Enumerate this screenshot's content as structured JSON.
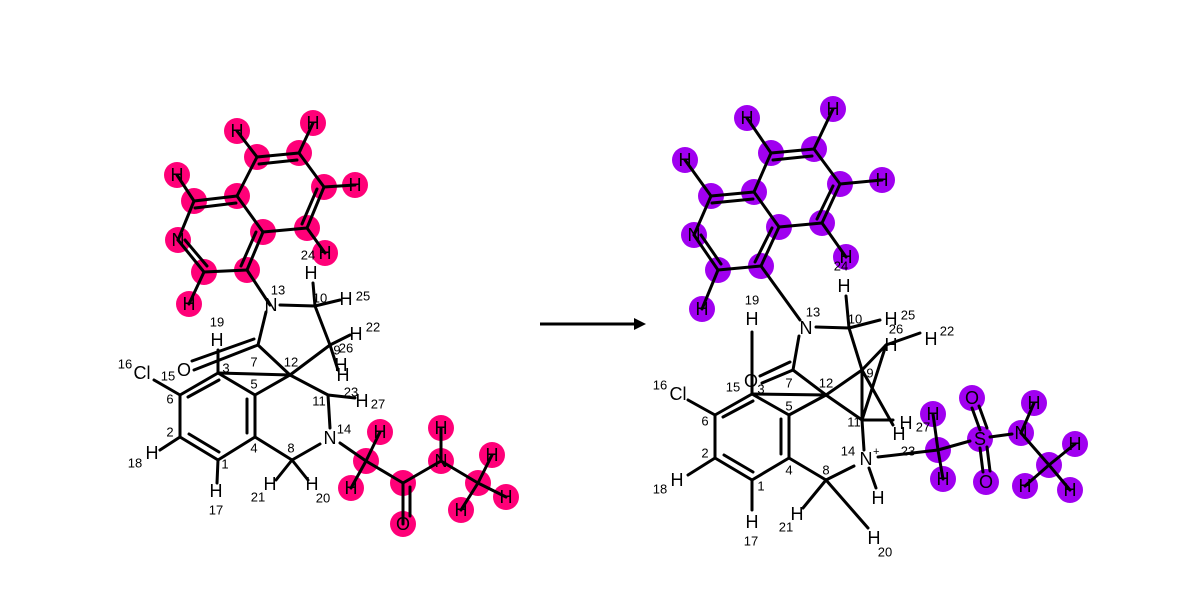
{
  "colors": {
    "left_highlight": "#ff0078",
    "right_highlight": "#a000f0",
    "bond": "#000000",
    "arrow": "#000000"
  },
  "reactant": {
    "labels": {
      "cl": "Cl",
      "o_carbonyl": "O",
      "n13": "N",
      "n14": "N",
      "n_ring": "N",
      "n_amide": "N",
      "o_amide": "O",
      "h17": "H",
      "h18": "H",
      "h19": "H",
      "h20": "H",
      "h21": "H",
      "h22": "H",
      "h23": "H",
      "h24": "H",
      "h25": "H",
      "h27": "H",
      "h_ring1": "H",
      "h_ring2": "H",
      "h_ring3": "H",
      "h_ring4": "H",
      "h_ring5": "H",
      "h_ch2a": "H",
      "h_ch2b": "H",
      "h_nh": "H",
      "h_me1": "H",
      "h_me2": "H",
      "h_me3": "H",
      "h11": "H"
    },
    "numbers": {
      "n1": "1",
      "n2": "2",
      "n3": "3",
      "n4": "4",
      "n5": "5",
      "n6": "6",
      "n7": "7",
      "n8": "8",
      "n9": "9",
      "n10": "10",
      "n11": "11",
      "n12": "12",
      "n13": "13",
      "n14": "14",
      "n15": "15",
      "n16": "16",
      "n17": "17",
      "n18": "18",
      "n19": "19",
      "n20": "20",
      "n21": "21",
      "n22": "22",
      "n23": "23",
      "n24": "24",
      "n25": "25",
      "n26": "26",
      "n27": "27"
    }
  },
  "product": {
    "labels": {
      "cl": "Cl",
      "o_carbonyl": "O",
      "n13": "N",
      "n14": "N",
      "n14_charge": "+",
      "n_ring": "N",
      "s": "S",
      "o_s1": "O",
      "o_s2": "O",
      "n_sulf": "N",
      "h17": "H",
      "h18": "H",
      "h19": "H",
      "h20": "H",
      "h21": "H",
      "h22": "H",
      "h23": "H",
      "h24": "H",
      "h25": "H",
      "h27": "H",
      "h9": "H",
      "h_ring1": "H",
      "h_ring2": "H",
      "h_ring3": "H",
      "h_ring4": "H",
      "h_ring5": "H",
      "h_nplus": "H",
      "h_ch2a": "H",
      "h_ch2b": "H",
      "h_nh": "H",
      "h_me1": "H",
      "h_me2": "H",
      "h_me3": "H"
    },
    "numbers": {
      "n1": "1",
      "n2": "2",
      "n3": "3",
      "n4": "4",
      "n5": "5",
      "n6": "6",
      "n7": "7",
      "n8": "8",
      "n9": "9",
      "n10": "10",
      "n11": "11",
      "n12": "12",
      "n13": "13",
      "n14": "14",
      "n15": "15",
      "n16": "16",
      "n17": "17",
      "n18": "18",
      "n19": "19",
      "n20": "20",
      "n21": "21",
      "n22": "22",
      "n23": "23",
      "n24": "24",
      "n25": "25",
      "n26": "26",
      "n27": "27"
    }
  }
}
